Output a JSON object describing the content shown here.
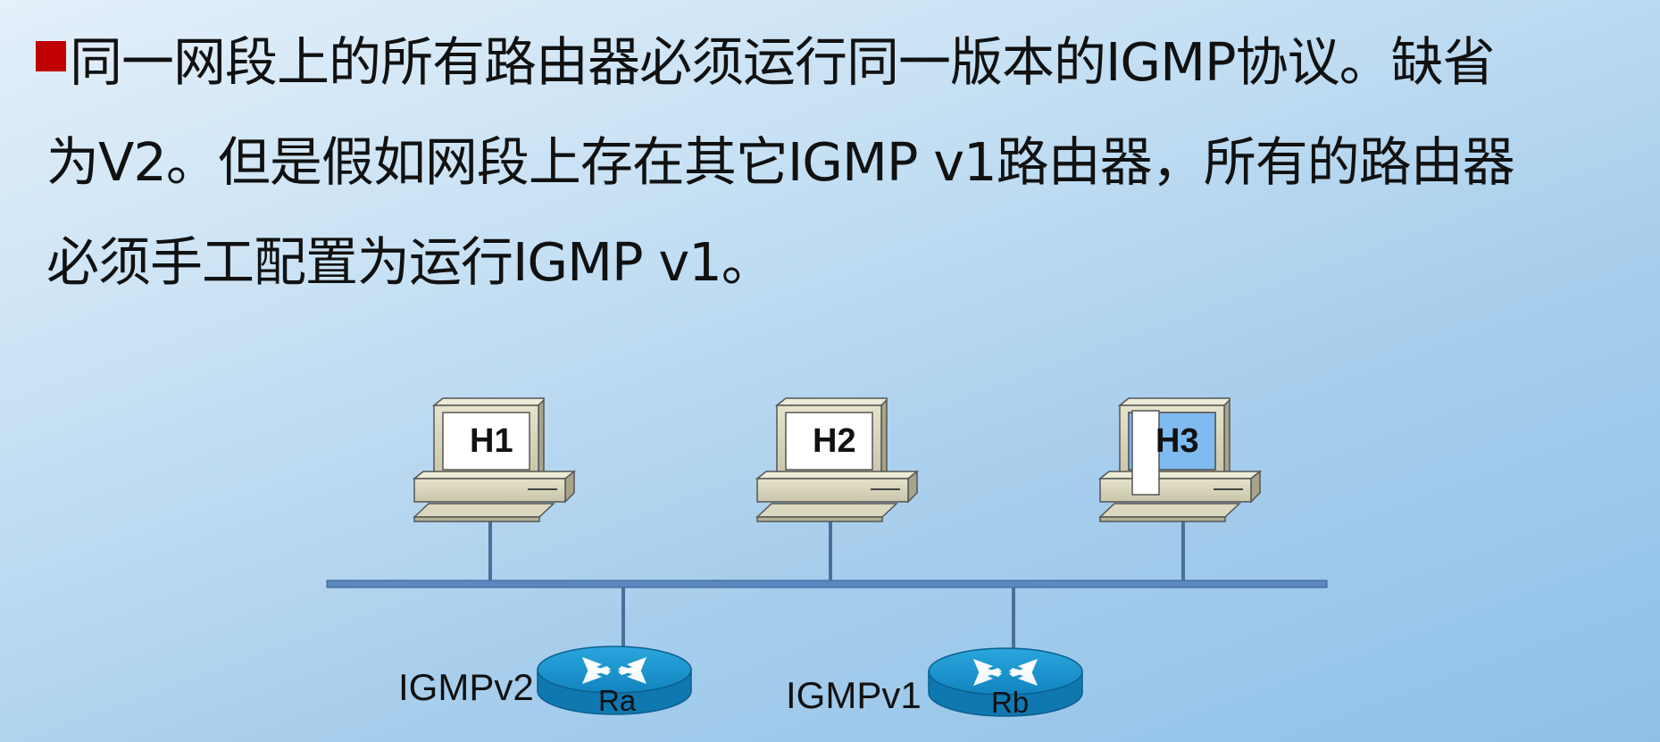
{
  "slide": {
    "bullet_lines": [
      "同一网段上的所有路由器必须运行同一版本的IGMP协议。缺省",
      "为V2。但是假如网段上存在其它IGMP v1路由器，所有的路由器",
      "必须手工配置为运行IGMP v1。"
    ]
  },
  "diagram": {
    "hosts": [
      "H1",
      "H2",
      "H3"
    ],
    "routers": [
      {
        "name": "Ra",
        "protocol": "IGMPv2"
      },
      {
        "name": "Rb",
        "protocol": "IGMPv1"
      }
    ],
    "colors": {
      "bullet": "#c00000",
      "router": "#1a8fc9",
      "bus": "#5b88c0",
      "computer_beige": "#d8d4bc",
      "h3_screen": "#7fbaf0"
    }
  }
}
